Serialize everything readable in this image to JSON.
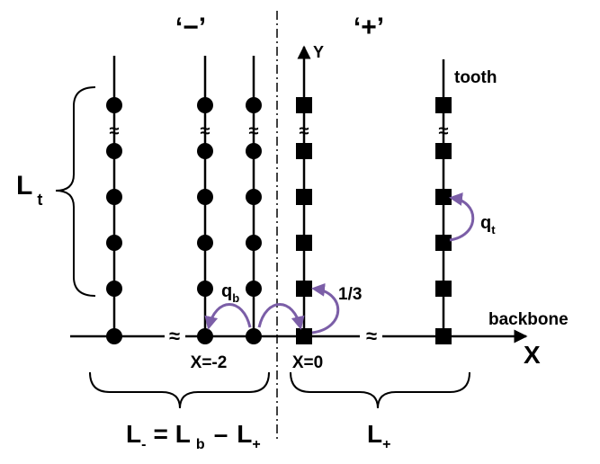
{
  "labels": {
    "minus_region": "‘−’",
    "plus_region": "‘+’",
    "y_axis": "Y",
    "x_axis": "X",
    "tooth": "tooth",
    "backbone": "backbone",
    "l_t_main": "L",
    "l_t_sub": "t",
    "q_b_main": "q",
    "q_b_sub": "b",
    "q_t_main": "q",
    "q_t_sub": "t",
    "one_third": "1/3",
    "x_minus_two": "X=-2",
    "x_zero": "X=0",
    "l_minus_main": "L",
    "l_minus_sub": "-",
    "equals": "=",
    "l_b_main": "L",
    "l_b_sub": "b",
    "minus_sign": "–",
    "l_plus_main": "L",
    "l_plus_sub": "+",
    "l_plus_right_main": "L",
    "l_plus_right_sub": "+",
    "gap_symbol": "≈",
    "backbone_gap_symbol": "≈"
  },
  "colors": {
    "arrow_purple": "#7b5ea7",
    "ink": "#000000"
  }
}
